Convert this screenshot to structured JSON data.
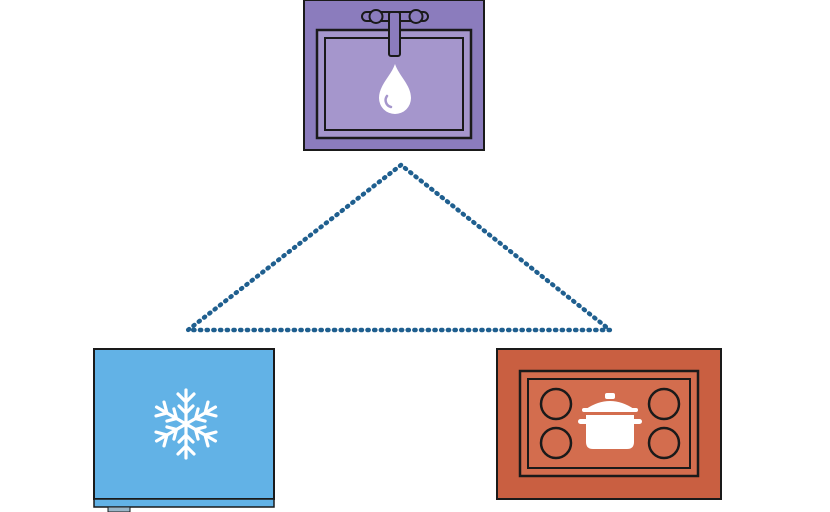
{
  "diagram": {
    "type": "kitchen-work-triangle",
    "nodes": [
      {
        "id": "sink",
        "icon": "water-drop-icon",
        "color": "#a596cc"
      },
      {
        "id": "refrigerator",
        "icon": "snowflake-icon",
        "color": "#62b2e6"
      },
      {
        "id": "stove",
        "icon": "cooking-pot-icon",
        "color": "#d36d4e"
      }
    ],
    "connector": {
      "style": "dotted",
      "color": "#1f5f8f"
    },
    "colors": {
      "outline": "#1a1a1a",
      "sink_dark": "#8b7cbd",
      "stove_dark": "#c95f41",
      "icon_fill": "#ffffff"
    }
  }
}
